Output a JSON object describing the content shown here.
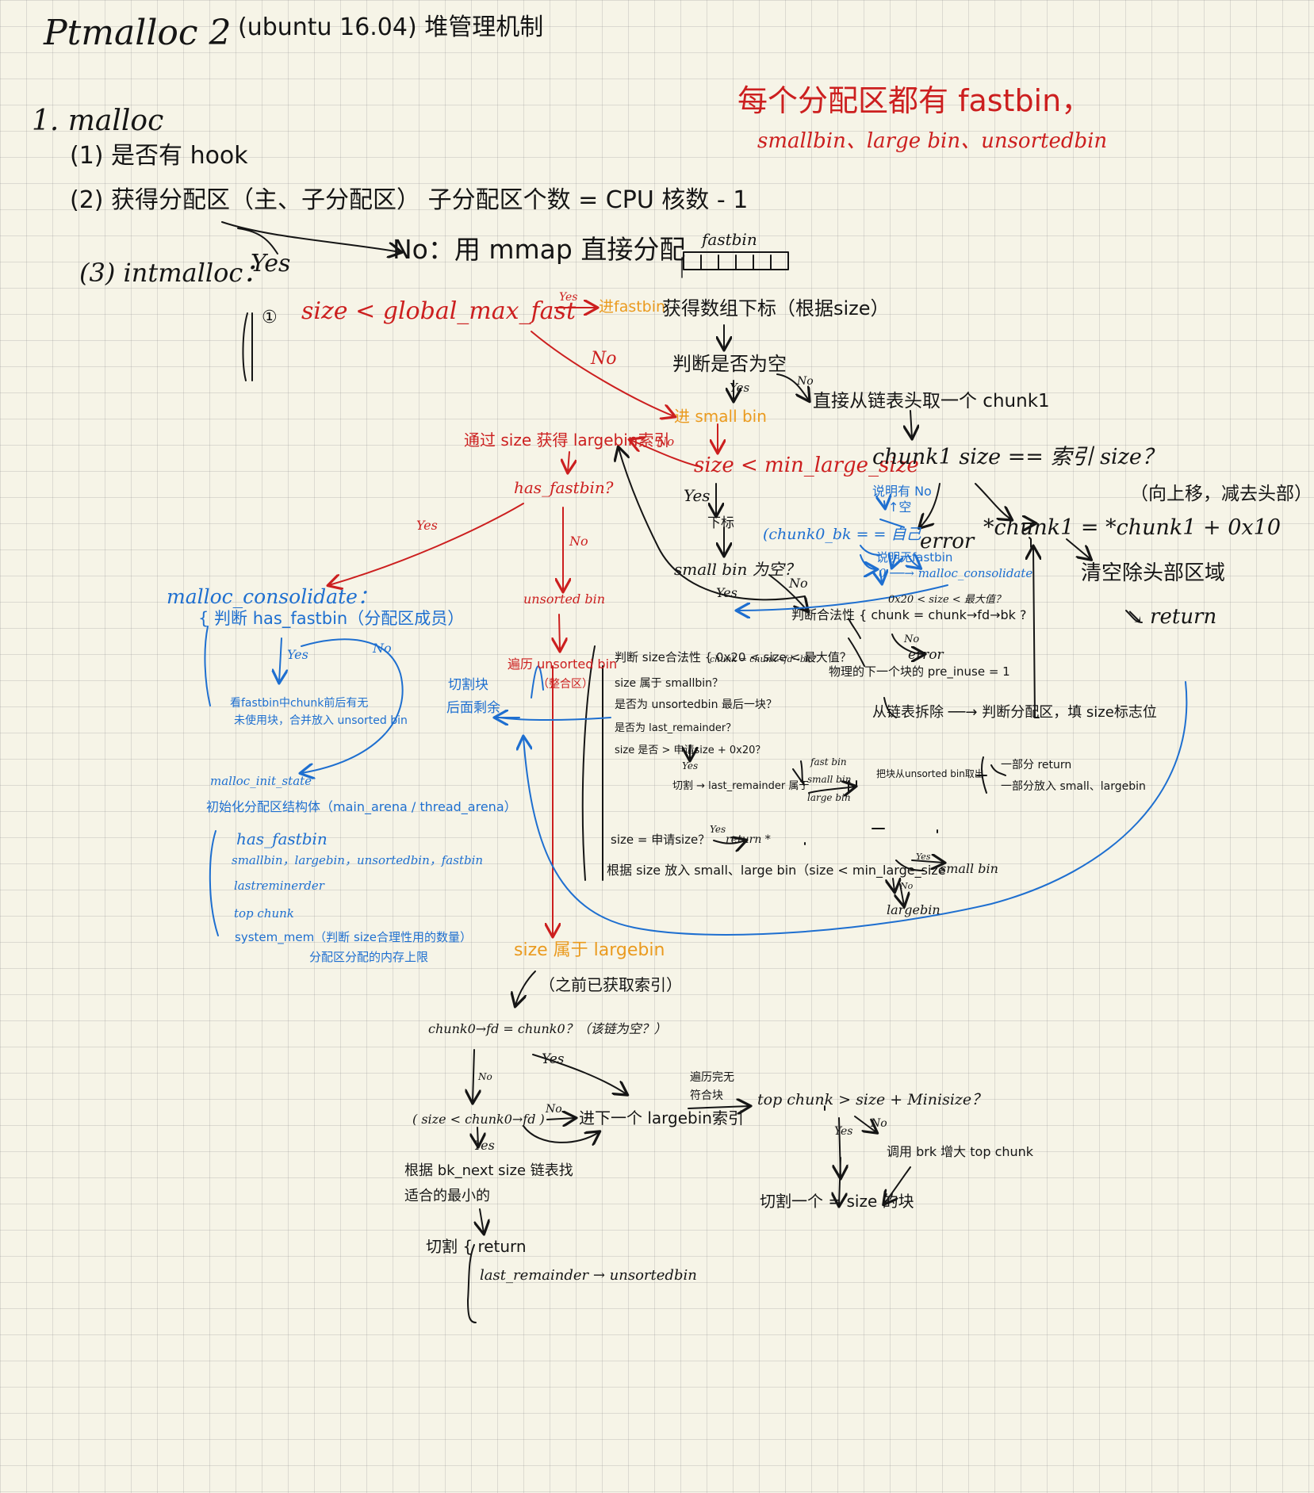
{
  "colors": {
    "ink": "#151515",
    "red": "#cc1f1f",
    "blue": "#1e6fd0",
    "orange": "#ea9a1e",
    "paper": "#f6f4e7"
  },
  "header": {
    "title": "Ptmalloc 2",
    "subtitle": "(ubuntu 16.04) 堆管理机制"
  },
  "note_red": {
    "line1": "每个分配区都有 fastbin，",
    "line2": "smallbin、large bin、unsortedbin"
  },
  "malloc": {
    "heading": "1. malloc",
    "step1": "(1) 是否有 hook",
    "step2": "(2) 获得分配区（主、子分配区）  子分配区个数 = CPU 核数 - 1",
    "no_mmap": "No：用 mmap 直接分配",
    "step3": "(3) intmalloc：",
    "yes": "Yes",
    "fastbin_label": "fastbin"
  },
  "flow": {
    "circle1": "①",
    "size_check": "size  <  global_max_fast",
    "yes_label": "Yes",
    "to_fastbin": "进fastbin",
    "get_index": "获得数组下标（根据size）",
    "no_label": "No",
    "check_empty": "判断是否为空",
    "yes_small": "Yes",
    "no_small": "No",
    "take_chunk": "直接从链表头取一个 chunk1",
    "to_smallbin": "进 small bin",
    "largebin_index": "通过 size 获得 largebin索引",
    "no_min": "No",
    "min_large": "size  <  min_large_size",
    "chunk_size": "chunk1  size  ==  索引 size？",
    "move_up": "（向上移，减去头部）",
    "chunk_plus": "*chunk1 = *chunk1 + 0x10",
    "clear": "清空除头部区域",
    "return": "↘ return",
    "has_fastbin": "has_fastbin?",
    "yes_hf": "Yes",
    "no_hf": "No",
    "yes_min": "Yes",
    "subscript": "下标",
    "small_bin_empty": "small bin 为空？",
    "yes_empty": "Yes",
    "no_empty": "No",
    "explain_nonempty": "说明有 No",
    "explain_empty_mark": "↑空",
    "chunk0_bk": "(chunk0_bk = = 自己",
    "error": "error",
    "explain_fastbin": "说明无fastbin",
    "zero_consolidate": "0 ──→ malloc_consolidate",
    "legal_check": "判断合法性 { chunk = chunk→fd→bk ?",
    "legal_range": "0x20 < size < 最大值？",
    "no_legal": "No",
    "error2": "error",
    "next_pre_inuse": "物理的下一个块的 pre_inuse = 1",
    "unlink": "从链表拆除 ──→ 判断分配区，填 size标志位",
    "unsorted_bin": "unsorted bin",
    "traverse_unsorted": "遍历 unsorted bin",
    "traverse_sub": "（整合区）",
    "cut_block": "切割块",
    "remain": "后面剩余",
    "size_legal": "判断 size合法性 { 0x20 < size < 最大值？",
    "size_legal2": "chunk = chunk→fd→bk？",
    "size_small": "size 属于 smallbin？",
    "last_unsorted": "是否为 unsortedbin 最后一块？",
    "last_remainder": "是否为 last_remainder？",
    "size_gt": "size 是否 > 申请size + 0x20？",
    "yes_cut": "Yes",
    "cut_last": "切割 → last_remainder 属于",
    "bins_fast": "fast bin",
    "bins_small": "small bin",
    "bins_large": "large bin",
    "put_unsorted": "把块从unsorted bin取出",
    "one_return": "一部分 return",
    "one_put": "一部分放入 small、largebin",
    "size_eq": "size = 申请size？",
    "yes_ret": "Yes",
    "return_star": "return *",
    "put_by_size": "根据 size 放入 small、large bin（size  <  min_large_size",
    "yes_sb": "Yes",
    "small_bin2": "small bin",
    "no_lb": "No",
    "largebin2": "largebin",
    "size_in_large": "size 属于 largebin",
    "prev_index": "（之前已获取索引）",
    "chunk0_fd": "chunk0→fd = chunk0？（该链为空？）",
    "yes_fd": "Yes",
    "no_fd": "No",
    "size_lt_fd": "( size < chunk0→fd )",
    "no_next": "No",
    "next_largebin": "进下一个 largebin索引",
    "traverse_done": "遍历完无",
    "fit_block": "符合块",
    "top_chunk": "top chunk  >  size + Minisize？",
    "yes_top": "Yes",
    "no_top": "No",
    "brk": "调用 brk 增大 top chunk",
    "cut_size": "切割一个 = size 的块",
    "yes_bk": "Yes",
    "find_nextsize": "根据 bk_next size 链表找",
    "best_fit": "适合的最小的",
    "cut_return": "切割 { return",
    "last_rem_unsorted": "last_remainder → unsortedbin"
  },
  "consolidate": {
    "title": "malloc_consolidate：",
    "judge": "{ 判断  has_fastbin（分配区成员）",
    "yes": "Yes",
    "no": "No",
    "see1": "看fastbin中chunk前后有无",
    "see2": "未使用块，合并放入 unsorted bin",
    "init_state": "malloc_init_state",
    "init_struct": "初始化分配区结构体（main_arena / thread_arena）",
    "m1": "has_fastbin",
    "m2": "smallbin，largebin，unsortedbin，fastbin",
    "m3": "lastreminerder",
    "m4": "top chunk",
    "m5": "system_mem（判断 size合理性用的数量）",
    "m6": "分配区分配的内存上限"
  }
}
